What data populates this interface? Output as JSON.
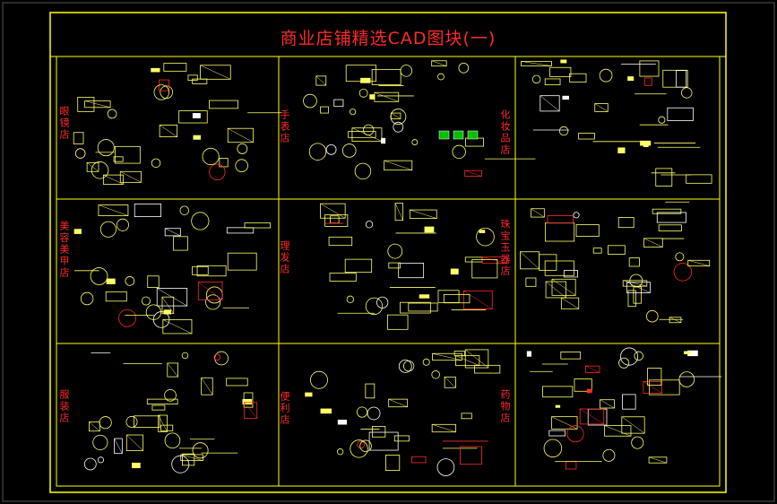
{
  "title": "商业店铺精选CAD图块(一)",
  "colors": {
    "background": "#000000",
    "frame": "#ffff00",
    "text": "#ff2a2a",
    "drawing": "#ffff66",
    "accent_green": "#00c000",
    "accent_cyan": "#00ffff",
    "border_gray": "#555555"
  },
  "cells": [
    {
      "label": "眼镜店",
      "row": 0,
      "col": 0
    },
    {
      "label": "手表店",
      "row": 0,
      "col": 1
    },
    {
      "label": "化妆品店",
      "row": 0,
      "col": 2
    },
    {
      "label": "美容美甲店",
      "row": 1,
      "col": 0
    },
    {
      "label": "理发店",
      "row": 1,
      "col": 1
    },
    {
      "label": "珠宝玉器店",
      "row": 1,
      "col": 2
    },
    {
      "label": "服装店",
      "row": 2,
      "col": 0
    },
    {
      "label": "便利店",
      "row": 2,
      "col": 1
    },
    {
      "label": "药物店",
      "row": 2,
      "col": 2
    }
  ]
}
